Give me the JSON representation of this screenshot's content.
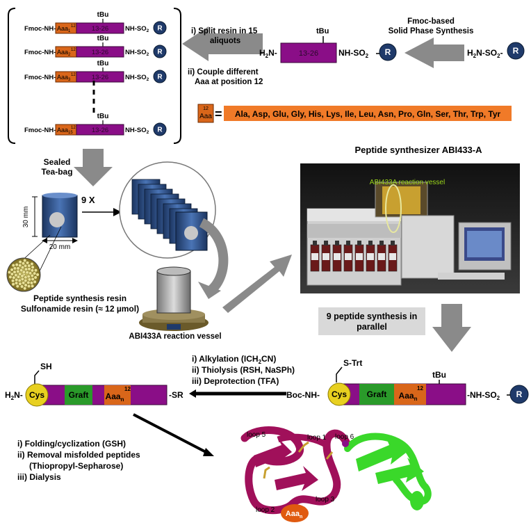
{
  "colors": {
    "purple": "#8a0e87",
    "orange": "#d9661a",
    "navy": "#1f3a6a",
    "green": "#2a9a2a",
    "yellow": "#e8d020",
    "grey_arrow": "#8a8a8a",
    "banner_orange": "#f07a28",
    "label_box": "#d9d9d9"
  },
  "split": {
    "tbu": "tBu",
    "rows": [
      {
        "prefix": "Fmoc-NH-",
        "aaa": "Aaa",
        "sub": "1",
        "sup": "12",
        "seg": "13-26",
        "suffix": "NH-SO",
        "suffix_sub": "2",
        "r": "R"
      },
      {
        "prefix": "Fmoc-NH-",
        "aaa": "Aaa",
        "sub": "2",
        "sup": "12",
        "seg": "13-26",
        "suffix": "NH-SO",
        "suffix_sub": "2",
        "r": "R"
      },
      {
        "prefix": "Fmoc-NH-",
        "aaa": "Aaa",
        "sub": "3",
        "sup": "12",
        "seg": "13-26",
        "suffix": "NH-SO",
        "suffix_sub": "2",
        "r": "R"
      },
      {
        "prefix": "Fmoc-NH-",
        "aaa": "Aaa",
        "sub": "15",
        "sup": "12",
        "seg": "13-26",
        "suffix": "NH-SO",
        "suffix_sub": "2",
        "r": "R"
      }
    ],
    "step_i": "i) Split resin in 15",
    "step_i2": "aliquots",
    "step_ii": "ii) Couple different",
    "step_ii2": "Aaa at position 12"
  },
  "top_chain": {
    "tbu": "tBu",
    "h2n": "H",
    "h2n_sub": "2",
    "h2n_tail": "N-",
    "seg": "13-26",
    "suffix": "NH-SO",
    "suffix_sub": "2",
    "r": "R"
  },
  "fmoc_label": {
    "line1": "Fmoc-based",
    "line2": "Solid Phase Synthesis"
  },
  "resin_start": {
    "text": "H",
    "sub": "2",
    "tail": "N-SO",
    "sub2": "2",
    "tail2": "-",
    "r": "R"
  },
  "aaa_legend": {
    "aaa": "Aaa",
    "sup": "12",
    "equals": "=",
    "list": "Ala, Asp, Glu, Gly, His, Lys, Ile, Leu, Asn, Pro, Gln, Ser, Thr, Trp, Tyr"
  },
  "teabag": {
    "sealed": "Sealed",
    "teabag": "Tea-bag",
    "height": "30 mm",
    "width": "20 mm",
    "times": "9 X",
    "resin_title": "Peptide synthesis resin",
    "resin_sub": "Sulfonamide resin (≈ 12 µmol)",
    "vessel": "ABI433A reaction vessel"
  },
  "synth": {
    "title": "Peptide synthesizer ABI433-A",
    "vessel_label": "ABI433A reaction vessel",
    "parallel1": "9 peptide synthesis in",
    "parallel2": "parallel"
  },
  "bottom_chain": {
    "sh": "SH",
    "h2n": "H",
    "h2n_sub": "2",
    "h2n_tail": "N-",
    "cys": "Cys",
    "graft": "Graft",
    "aaa": "Aaa",
    "aaa_sub": "n",
    "aaa_sup": "12",
    "sr": "-SR",
    "s_trt": "S-Trt",
    "boc": "Boc-NH-",
    "tbu": "tBu",
    "suffix": "-NH-SO",
    "suffix_sub": "2",
    "r": "R"
  },
  "deprotect": {
    "i": "i)   Alkylation (ICH",
    "i_sub": "2",
    "i_tail": "CN)",
    "ii": "ii)  Thiolysis (RSH, NaSPh)",
    "iii": "iii) Deprotection (TFA)"
  },
  "folding": {
    "i": "i)  Folding/cyclization (GSH)",
    "ii": "ii) Removal misfolded peptides",
    "ii2": "(Thiopropyl-Sepharose)",
    "iii": "iii) Dialysis"
  },
  "structure": {
    "loop5": "loop 5",
    "loop1": "loop 1",
    "loop6": "loop 6",
    "loop2": "loop 2",
    "loop3": "loop 3",
    "aaa": "Aaa",
    "aaa_sub": "n"
  }
}
